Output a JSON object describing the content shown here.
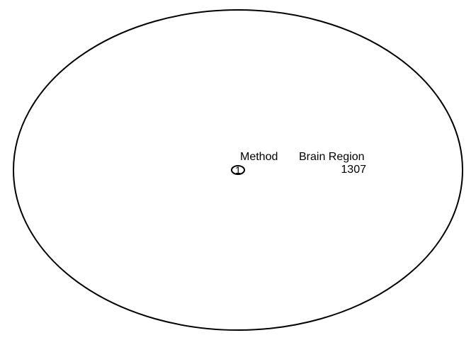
{
  "diagram": {
    "columns": [
      {
        "label": "Method"
      },
      {
        "label": "Brain Region"
      }
    ],
    "rows": [
      {
        "marker": "1",
        "value": "1307"
      }
    ],
    "colors": {
      "stroke": "#000000",
      "background": "#ffffff"
    },
    "icons": {
      "row_marker": "oval-marker-icon"
    }
  }
}
